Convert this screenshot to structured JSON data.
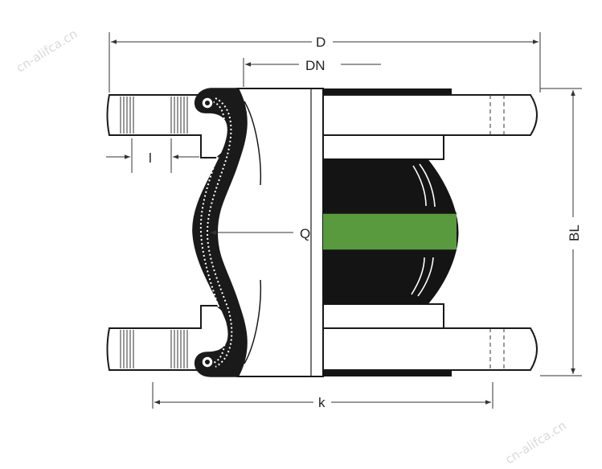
{
  "diagram": {
    "labels": {
      "D": "D",
      "DN": "DN",
      "l": "l",
      "Q": "Q",
      "BL": "BL",
      "k": "k"
    },
    "watermark": "cn-alifca.cn",
    "colors": {
      "outline": "#1a1a1a",
      "rubber": "#141414",
      "band": "#5a9a3f",
      "dim_line": "#333333",
      "white": "#ffffff",
      "watermark": "#d9d9d9"
    }
  }
}
